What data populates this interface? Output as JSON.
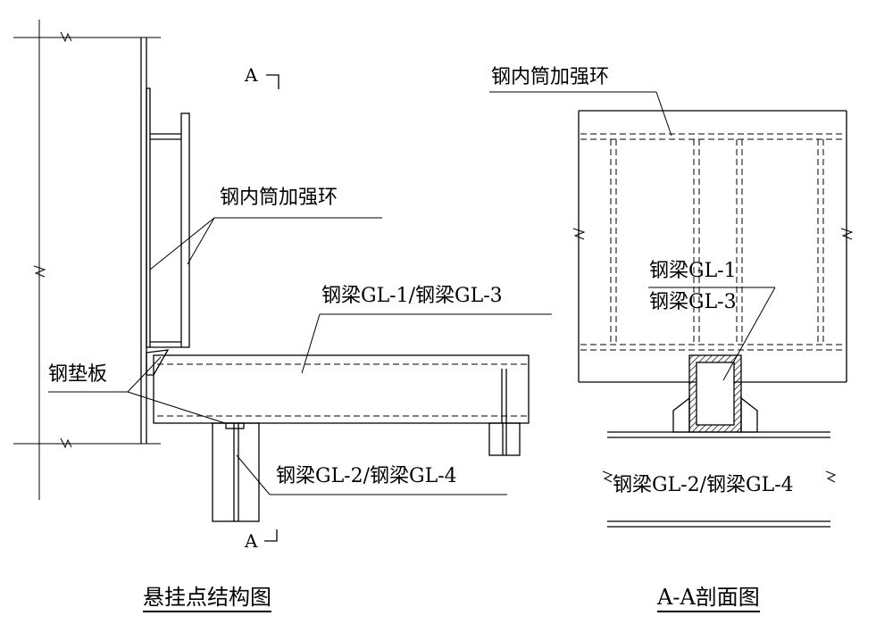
{
  "left_view": {
    "section_mark_top": "A",
    "section_mark_bottom": "A",
    "label_ring": "钢内筒加强环",
    "label_beam_upper": "钢梁GL-1/钢梁GL-3",
    "label_pad": "钢垫板",
    "label_beam_lower": "钢梁GL-2/钢梁GL-4",
    "title": "悬挂点结构图"
  },
  "right_view": {
    "label_ring": "钢内筒加强环",
    "label_beam_upper_1": "钢梁GL-1",
    "label_beam_upper_2": "钢梁GL-3",
    "label_beam_lower": "钢梁GL-2/钢梁GL-4",
    "title": "A-A剖面图"
  }
}
